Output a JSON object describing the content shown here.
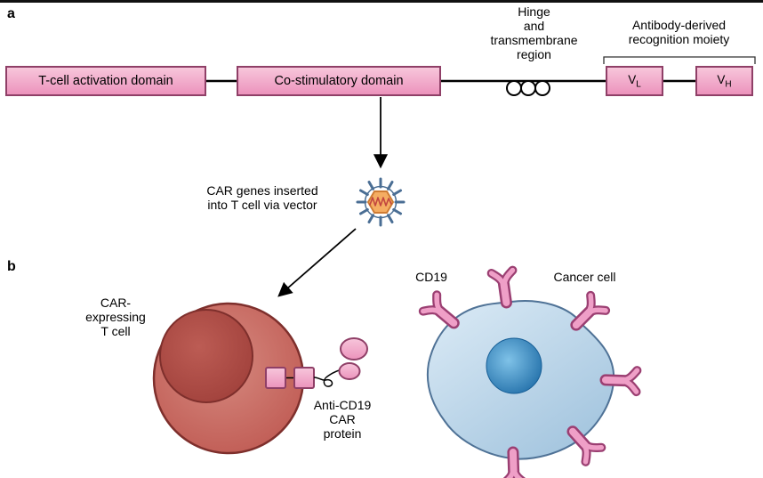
{
  "figure": {
    "panel_a_letter": "a",
    "panel_b_letter": "b"
  },
  "panel_a": {
    "tcell_activation_box": "T-cell activation domain",
    "costimulatory_box": "Co-stimulatory domain",
    "hinge_label": "Hinge\nand\ntransmembrane\nregion",
    "antibody_label": "Antibody-derived\nrecognition moiety",
    "vl": {
      "base": "V",
      "sub": "L"
    },
    "vh": {
      "base": "V",
      "sub": "H"
    },
    "vector_caption": "CAR genes inserted\ninto T cell via vector"
  },
  "panel_b": {
    "car_t_cell_label": "CAR-\nexpressing\nT cell",
    "anti_cd19_label": "Anti-CD19\nCAR\nprotein",
    "cd19_label": "CD19",
    "cancer_cell_label": "Cancer cell"
  },
  "colors": {
    "pink_fill": "#f0a9c9",
    "pink_border": "#8f3f67",
    "tcell_fill": "#c66b62",
    "tcell_border": "#7e2f2c",
    "cancer_fill": "#bcd6ea",
    "cancer_border": "#4f7296",
    "nucleus_blue": "#2277b0",
    "vector_orange": "#f2a75e",
    "vector_spike_blue": "#4a6e94",
    "line_black": "#000000"
  }
}
